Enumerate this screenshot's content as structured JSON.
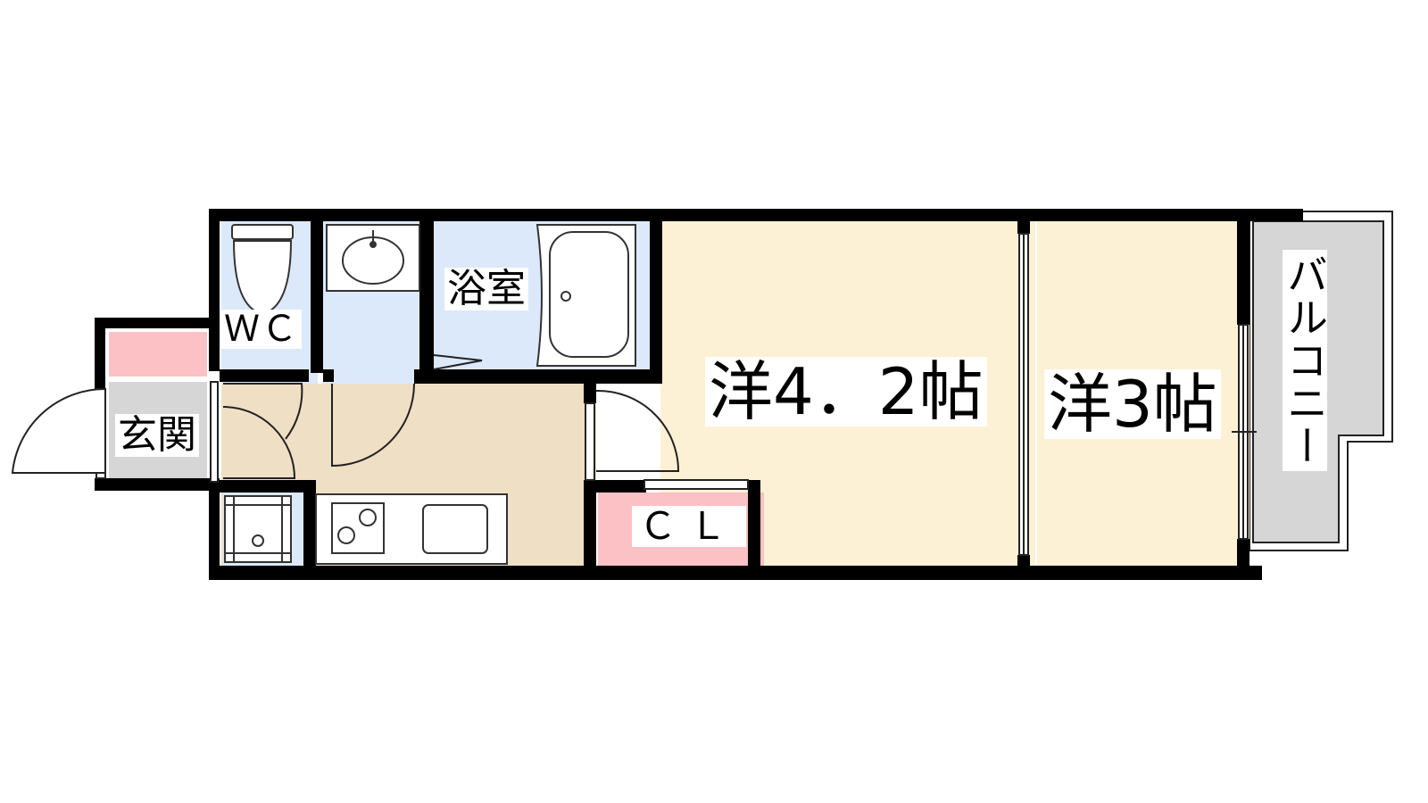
{
  "floor_plan": {
    "rooms": {
      "wc": "ＷＣ",
      "bath": "浴室",
      "entrance": "玄関",
      "closet": "ＣＬ",
      "western_1": "洋4．2帖",
      "western_2": "洋3帖",
      "balcony": "バルコニー"
    },
    "colors": {
      "wall": "#000000",
      "water_area": "#dce9fb",
      "western_room": "#fdf1d5",
      "kitchen_floor": "#efdfc4",
      "closet": "#fbc1c4",
      "entrance_floor": "#d6d6d6",
      "balcony": "#d6d6d6"
    }
  }
}
